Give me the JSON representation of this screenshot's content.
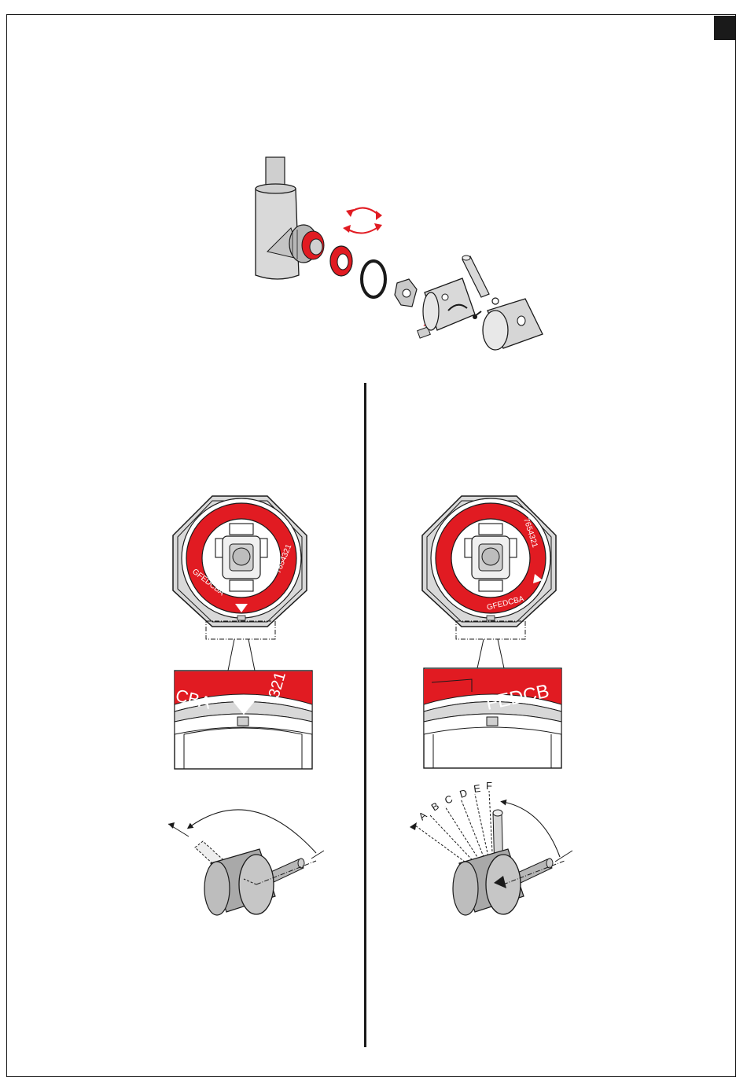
{
  "colors": {
    "accent_red": "#e11b22",
    "outline": "#1a1a1a",
    "metal_grey": "#b7b7b7",
    "light_grey": "#d8d8d8"
  },
  "left_panel": {
    "ring_letters": "GFEDCBA",
    "ring_numbers": "7654321",
    "zoom_letters": "CBA",
    "zoom_numbers": "321"
  },
  "right_panel": {
    "ring_letters": "GFEDCBA",
    "ring_numbers": "7654321",
    "zoom_letters": "FEDCB",
    "scale_labels": [
      "A",
      "B",
      "C",
      "D",
      "E",
      "F"
    ]
  }
}
